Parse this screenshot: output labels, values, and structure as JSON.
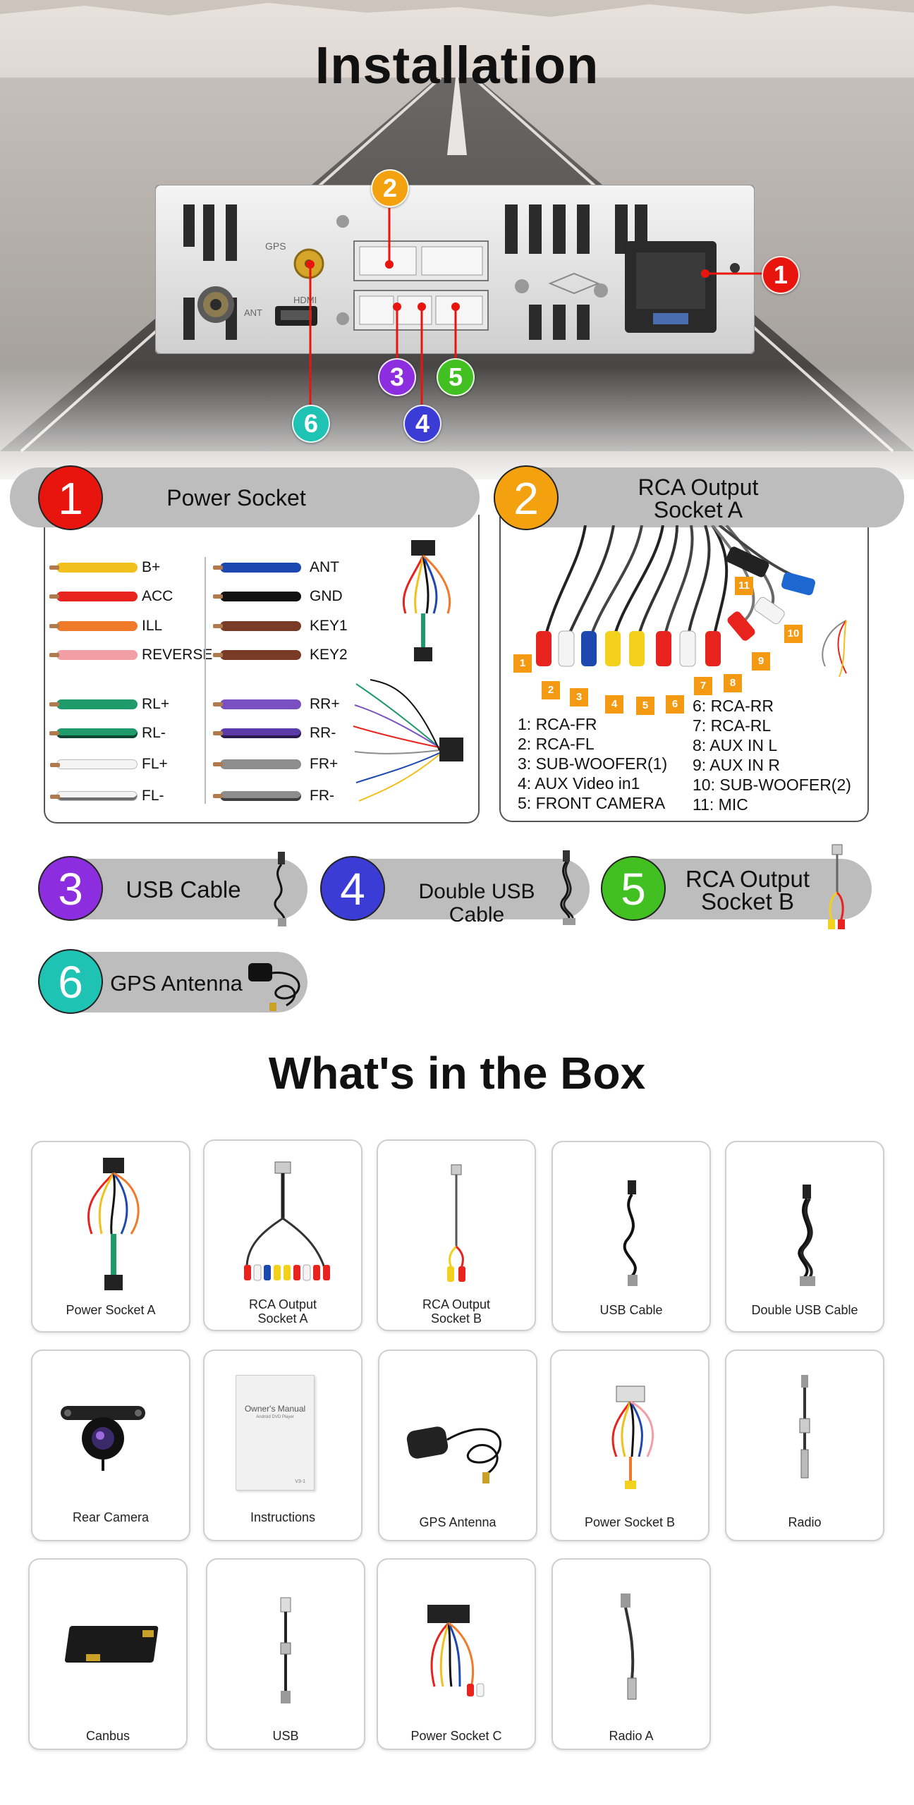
{
  "installation": {
    "title": "Installation",
    "radio_labels": {
      "gps": "GPS",
      "hdmi": "HDMI",
      "ant": "ANT"
    },
    "markers": [
      {
        "number": "1",
        "color": "#e8150e"
      },
      {
        "number": "2",
        "color": "#f3a10f"
      },
      {
        "number": "3",
        "color": "#8c2ee0"
      },
      {
        "number": "4",
        "color": "#3b3bd6"
      },
      {
        "number": "5",
        "color": "#43c021"
      },
      {
        "number": "6",
        "color": "#1fc3b4"
      }
    ]
  },
  "power_socket": {
    "number": "1",
    "title": "Power Socket",
    "left_wires": [
      {
        "label": "B+",
        "color": "#f2c01c"
      },
      {
        "label": "ACC",
        "color": "#e8231e"
      },
      {
        "label": "ILL",
        "color": "#f07a2a"
      },
      {
        "label": "REVERSE",
        "color": "#f29ea4"
      },
      {
        "label": "RL+",
        "color": "#1f9a6a"
      },
      {
        "label": "RL-",
        "color": "#1f9a6a"
      },
      {
        "label": "FL+",
        "color": "#f4f4f4"
      },
      {
        "label": "FL-",
        "color": "#f4f4f4"
      }
    ],
    "right_wires": [
      {
        "label": "ANT",
        "color": "#1d48b0"
      },
      {
        "label": "GND",
        "color": "#111111"
      },
      {
        "label": "KEY1",
        "color": "#7a3b26"
      },
      {
        "label": "KEY2",
        "color": "#7a3b26"
      },
      {
        "label": "RR+",
        "color": "#7a4fc2"
      },
      {
        "label": "RR-",
        "color": "#5a3aa8"
      },
      {
        "label": "FR+",
        "color": "#8d8d8d"
      },
      {
        "label": "FR-",
        "color": "#8d8d8d"
      }
    ]
  },
  "rca_a": {
    "number": "2",
    "title_line1": "RCA Output",
    "title_line2": "Socket A",
    "callouts": [
      "1",
      "2",
      "3",
      "4",
      "5",
      "6",
      "7",
      "8",
      "9",
      "10",
      "11"
    ],
    "legend_left": [
      "1: RCA-FR",
      "2: RCA-FL",
      "3: SUB-WOOFER(1)",
      "4: AUX Video in1",
      "5: FRONT CAMERA"
    ],
    "legend_right": [
      "6: RCA-RR",
      "7: RCA-RL",
      "8: AUX IN L",
      "9: AUX IN R",
      "10: SUB-WOOFER(2)",
      "11: MIC"
    ]
  },
  "accessories": [
    {
      "number": "3",
      "label": "USB Cable",
      "color": "#8c2ee0"
    },
    {
      "number": "4",
      "label": "Double USB Cable",
      "color": "#3b3bd6"
    },
    {
      "number": "5",
      "label_line1": "RCA Output",
      "label_line2": "Socket B",
      "color": "#43c021"
    },
    {
      "number": "6",
      "label": "GPS Antenna",
      "color": "#1fc3b4"
    }
  ],
  "box": {
    "title": "What's in the Box",
    "items": [
      {
        "label": "Power Socket A",
        "icon": "power-socket-a-icon"
      },
      {
        "label": "RCA Output",
        "label2": "Socket A",
        "icon": "rca-socket-a-icon"
      },
      {
        "label": "RCA Output",
        "label2": "Socket B",
        "icon": "rca-socket-b-icon"
      },
      {
        "label": "USB Cable",
        "icon": "usb-cable-icon"
      },
      {
        "label": "Double USB Cable",
        "icon": "double-usb-cable-icon"
      },
      {
        "label": "Rear Camera",
        "icon": "rear-camera-icon"
      },
      {
        "label": "Instructions",
        "icon": "manual-icon",
        "manual_title": "Owner's Manual",
        "manual_sub": "Android DVD Player",
        "manual_code": "V3-1"
      },
      {
        "label": "GPS Antenna",
        "icon": "gps-antenna-icon"
      },
      {
        "label": "Power Socket B",
        "icon": "power-socket-b-icon"
      },
      {
        "label": "Radio",
        "icon": "radio-cable-icon"
      },
      {
        "label": "Canbus",
        "icon": "canbus-icon"
      },
      {
        "label": "USB",
        "icon": "usb-icon"
      },
      {
        "label": "Power Socket C",
        "icon": "power-socket-c-icon"
      },
      {
        "label": "Radio A",
        "icon": "radio-a-icon"
      }
    ]
  }
}
